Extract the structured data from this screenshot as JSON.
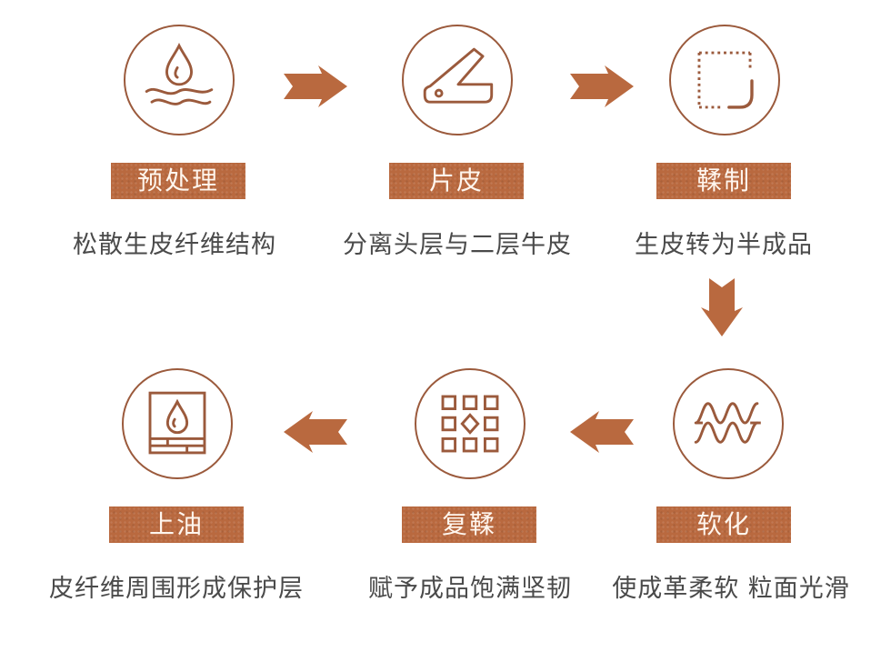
{
  "colors": {
    "accent": "#b9693f",
    "stroke": "#9b5a3c",
    "text": "#4a4a4a"
  },
  "steps": [
    {
      "title": "预处理",
      "desc": "松散生皮纤维结构",
      "icon": "water-drop-waves-icon"
    },
    {
      "title": "片皮",
      "desc": "分离头层与二层牛皮",
      "icon": "blade-icon"
    },
    {
      "title": "鞣制",
      "desc": "生皮转为半成品",
      "icon": "dotted-square-icon"
    },
    {
      "title": "软化",
      "desc": "使成革柔软 粒面光滑",
      "icon": "soft-waves-icon"
    },
    {
      "title": "复鞣",
      "desc": "赋予成品饱满坚韧",
      "icon": "grid-diamond-icon"
    },
    {
      "title": "上油",
      "desc": "皮纤维周围形成保护层",
      "icon": "oil-drop-frame-icon"
    }
  ]
}
